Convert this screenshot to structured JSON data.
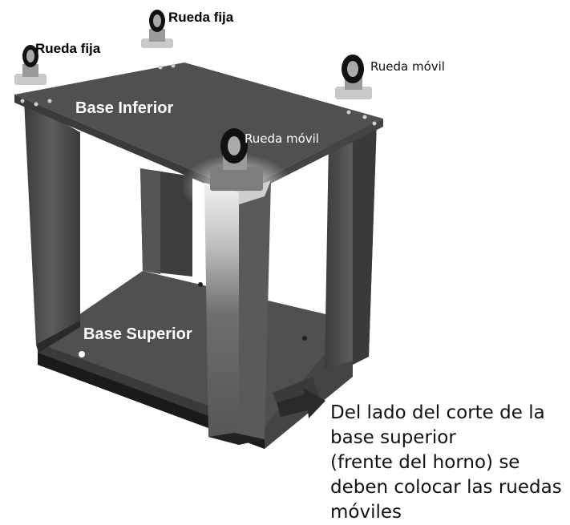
{
  "labels": {
    "caster_fixed_left": "Rueda fija",
    "caster_fixed_back": "Rueda fija",
    "caster_mobile_right": "Rueda móvil",
    "caster_mobile_front": "Rueda móvil",
    "base_inferior": "Base Inferior",
    "base_superior": "Base Superior"
  },
  "note_lines": [
    "Del lado del corte de la",
    "base superior",
    "(frente del horno) se",
    "deben colocar las ruedas",
    "móviles"
  ],
  "colors": {
    "frame": "#4d4d4d",
    "frame_light": "#6a6a6a",
    "frame_dark": "#2e2e2e",
    "arrow": "#2a2a2a"
  }
}
